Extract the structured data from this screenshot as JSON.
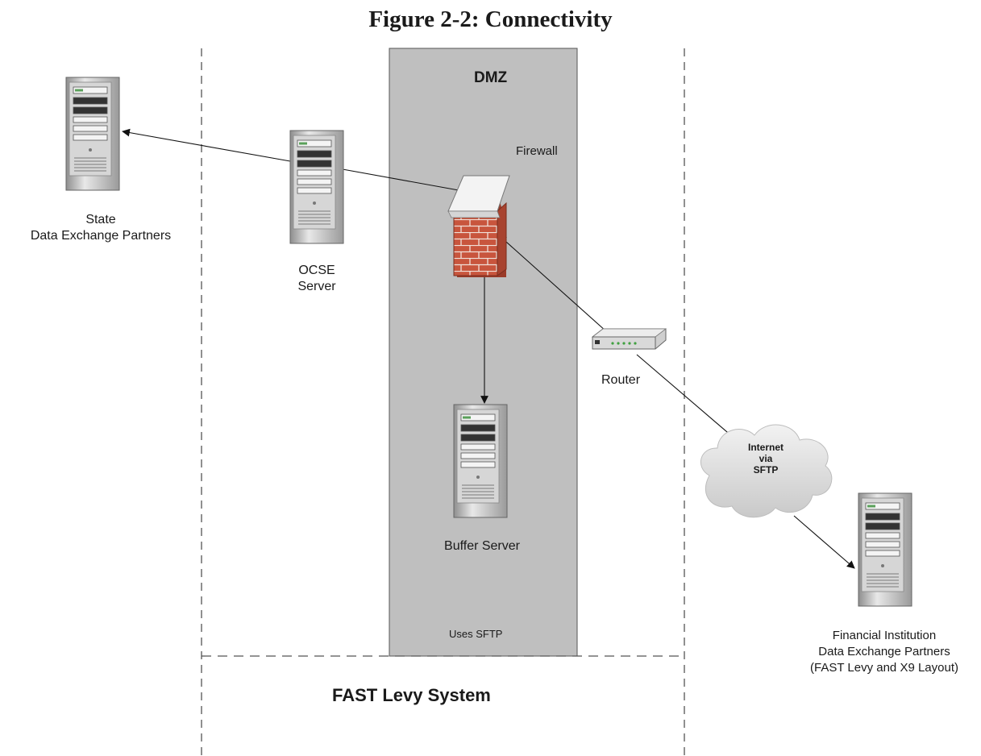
{
  "figure": {
    "title": "Figure 2-2: Connectivity"
  },
  "zones": {
    "dmz_label": "DMZ",
    "dmz_note": "Uses SFTP",
    "system_label": "FAST Levy System"
  },
  "nodes": {
    "state_partners": {
      "line1": "State",
      "line2": "Data Exchange Partners",
      "icon": "server-icon"
    },
    "ocse_server": {
      "line1": "OCSE",
      "line2": "Server",
      "icon": "server-icon"
    },
    "firewall": {
      "label": "Firewall",
      "icon": "firewall-icon"
    },
    "buffer_server": {
      "label": "Buffer Server",
      "icon": "server-icon"
    },
    "router": {
      "label": "Router",
      "icon": "router-icon"
    },
    "internet": {
      "line1": "Internet",
      "line2": "via",
      "line3": "SFTP",
      "icon": "cloud-icon"
    },
    "fi_partners": {
      "line1": "Financial Institution",
      "line2": "Data Exchange Partners",
      "line3": "(FAST Levy and X9 Layout)",
      "icon": "server-icon"
    }
  },
  "colors": {
    "dmz_fill": "#bfbfbf",
    "brick": "#c8553d",
    "server": "#b0b0b0"
  }
}
